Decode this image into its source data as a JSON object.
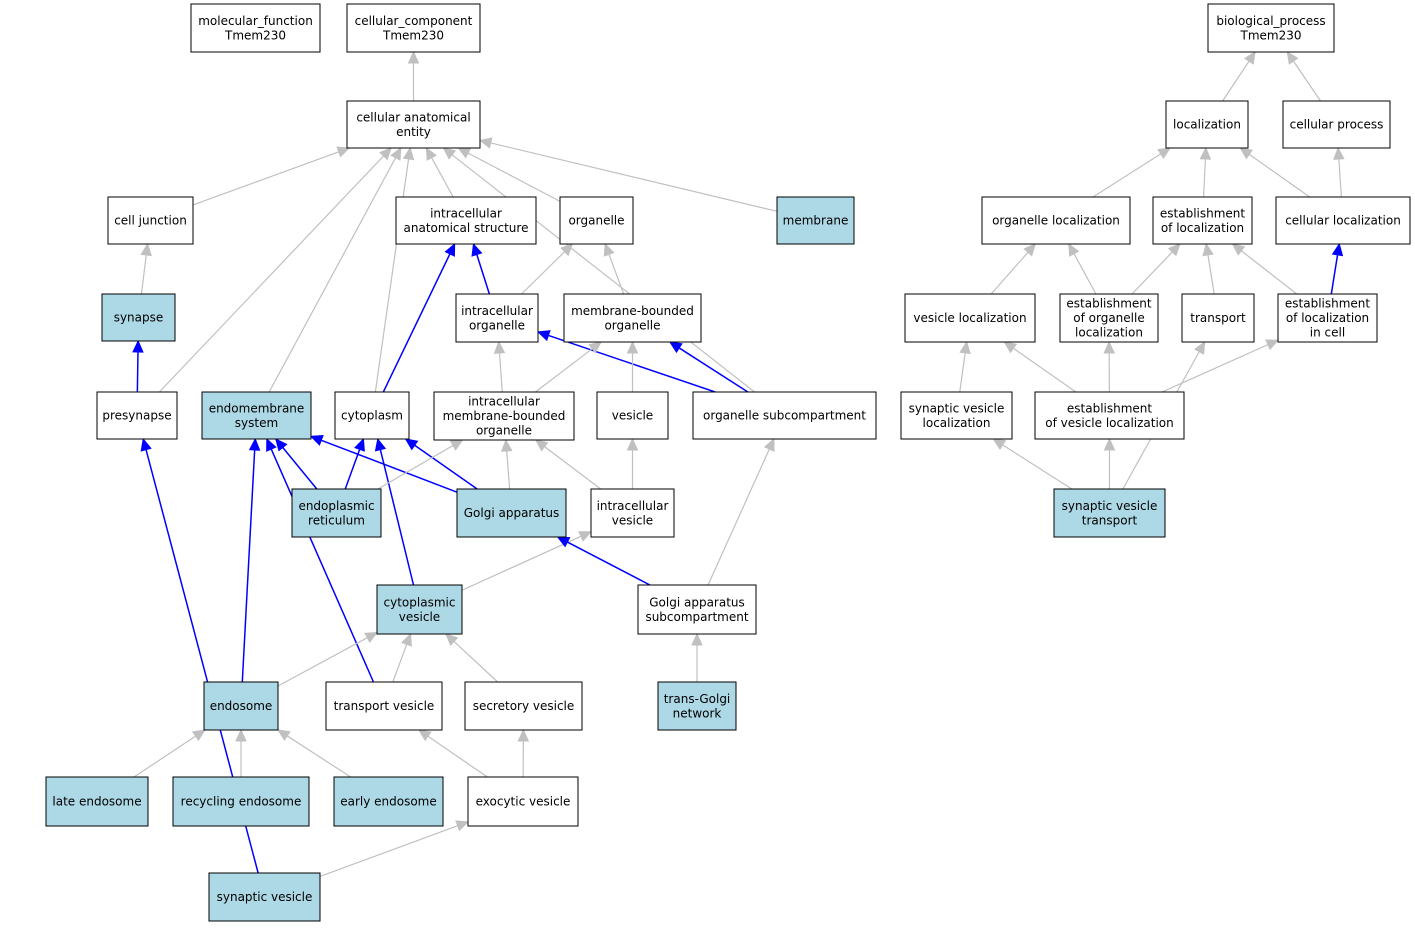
{
  "colors": {
    "highlight_fill": "#add8e6",
    "node_fill": "#ffffff",
    "is_a_edge": "#c0c0c0",
    "part_of_edge": "#0000ff"
  },
  "nodes": [
    {
      "id": "mf",
      "lines": [
        "molecular_function",
        "Tmem230"
      ],
      "hl": false
    },
    {
      "id": "cc",
      "lines": [
        "cellular_component",
        "Tmem230"
      ],
      "hl": false
    },
    {
      "id": "bp",
      "lines": [
        "biological_process",
        "Tmem230"
      ],
      "hl": false
    },
    {
      "id": "cae",
      "lines": [
        "cellular anatomical",
        "entity"
      ],
      "hl": false
    },
    {
      "id": "cj",
      "lines": [
        "cell junction"
      ],
      "hl": false
    },
    {
      "id": "ias",
      "lines": [
        "intracellular",
        "anatomical structure"
      ],
      "hl": false
    },
    {
      "id": "org",
      "lines": [
        "organelle"
      ],
      "hl": false
    },
    {
      "id": "mem",
      "lines": [
        "membrane"
      ],
      "hl": true
    },
    {
      "id": "syn",
      "lines": [
        "synapse"
      ],
      "hl": true
    },
    {
      "id": "io",
      "lines": [
        "intracellular",
        "organelle"
      ],
      "hl": false
    },
    {
      "id": "mbo",
      "lines": [
        "membrane-bounded",
        "organelle"
      ],
      "hl": false
    },
    {
      "id": "pre",
      "lines": [
        "presynapse"
      ],
      "hl": false
    },
    {
      "id": "ems",
      "lines": [
        "endomembrane",
        "system"
      ],
      "hl": true
    },
    {
      "id": "cyt",
      "lines": [
        "cytoplasm"
      ],
      "hl": false
    },
    {
      "id": "imbo",
      "lines": [
        "intracellular",
        "membrane-bounded",
        "organelle"
      ],
      "hl": false
    },
    {
      "id": "ves",
      "lines": [
        "vesicle"
      ],
      "hl": false
    },
    {
      "id": "osc",
      "lines": [
        "organelle subcompartment"
      ],
      "hl": false
    },
    {
      "id": "er",
      "lines": [
        "endoplasmic",
        "reticulum"
      ],
      "hl": true
    },
    {
      "id": "ga",
      "lines": [
        "Golgi apparatus"
      ],
      "hl": true
    },
    {
      "id": "iv",
      "lines": [
        "intracellular",
        "vesicle"
      ],
      "hl": false
    },
    {
      "id": "cv",
      "lines": [
        "cytoplasmic",
        "vesicle"
      ],
      "hl": true
    },
    {
      "id": "gasc",
      "lines": [
        "Golgi apparatus",
        "subcompartment"
      ],
      "hl": false
    },
    {
      "id": "endo",
      "lines": [
        "endosome"
      ],
      "hl": true
    },
    {
      "id": "tv",
      "lines": [
        "transport vesicle"
      ],
      "hl": false
    },
    {
      "id": "sv2",
      "lines": [
        "secretory vesicle"
      ],
      "hl": false
    },
    {
      "id": "tgn",
      "lines": [
        "trans-Golgi",
        "network"
      ],
      "hl": true
    },
    {
      "id": "le",
      "lines": [
        "late endosome"
      ],
      "hl": true
    },
    {
      "id": "re",
      "lines": [
        "recycling endosome"
      ],
      "hl": true
    },
    {
      "id": "ee",
      "lines": [
        "early endosome"
      ],
      "hl": true
    },
    {
      "id": "ev",
      "lines": [
        "exocytic vesicle"
      ],
      "hl": false
    },
    {
      "id": "sv",
      "lines": [
        "synaptic vesicle"
      ],
      "hl": true
    },
    {
      "id": "loc",
      "lines": [
        "localization"
      ],
      "hl": false
    },
    {
      "id": "cp",
      "lines": [
        "cellular process"
      ],
      "hl": false
    },
    {
      "id": "ol",
      "lines": [
        "organelle localization"
      ],
      "hl": false
    },
    {
      "id": "eol",
      "lines": [
        "establishment",
        "of localization"
      ],
      "hl": false
    },
    {
      "id": "cl",
      "lines": [
        "cellular localization"
      ],
      "hl": false
    },
    {
      "id": "vl",
      "lines": [
        "vesicle localization"
      ],
      "hl": false
    },
    {
      "id": "eorgl",
      "lines": [
        "establishment",
        "of organelle",
        "localization"
      ],
      "hl": false
    },
    {
      "id": "tr",
      "lines": [
        "transport"
      ],
      "hl": false
    },
    {
      "id": "elc",
      "lines": [
        "establishment",
        "of localization",
        "in cell"
      ],
      "hl": false
    },
    {
      "id": "svl",
      "lines": [
        "synaptic vesicle",
        "localization"
      ],
      "hl": false
    },
    {
      "id": "evl",
      "lines": [
        "establishment",
        "of vesicle localization"
      ],
      "hl": false
    },
    {
      "id": "svt",
      "lines": [
        "synaptic vesicle",
        "transport"
      ],
      "hl": true
    }
  ],
  "edges": [
    {
      "from": "cae",
      "to": "cc",
      "kind": "is_a"
    },
    {
      "from": "cj",
      "to": "cae",
      "kind": "is_a"
    },
    {
      "from": "pre",
      "to": "cae",
      "kind": "is_a"
    },
    {
      "from": "ems",
      "to": "cae",
      "kind": "is_a"
    },
    {
      "from": "cyt",
      "to": "cae",
      "kind": "is_a"
    },
    {
      "from": "ias",
      "to": "cae",
      "kind": "is_a"
    },
    {
      "from": "org",
      "to": "cae",
      "kind": "is_a"
    },
    {
      "from": "osc",
      "to": "cae",
      "kind": "is_a"
    },
    {
      "from": "mem",
      "to": "cae",
      "kind": "is_a"
    },
    {
      "from": "syn",
      "to": "cj",
      "kind": "is_a"
    },
    {
      "from": "pre",
      "to": "syn",
      "kind": "part_of"
    },
    {
      "from": "cyt",
      "to": "ias",
      "kind": "part_of"
    },
    {
      "from": "io",
      "to": "ias",
      "kind": "part_of"
    },
    {
      "from": "io",
      "to": "org",
      "kind": "is_a"
    },
    {
      "from": "mbo",
      "to": "org",
      "kind": "is_a"
    },
    {
      "from": "imbo",
      "to": "io",
      "kind": "is_a"
    },
    {
      "from": "osc",
      "to": "io",
      "kind": "part_of"
    },
    {
      "from": "imbo",
      "to": "mbo",
      "kind": "is_a"
    },
    {
      "from": "ves",
      "to": "mbo",
      "kind": "is_a"
    },
    {
      "from": "osc",
      "to": "mbo",
      "kind": "part_of"
    },
    {
      "from": "er",
      "to": "ems",
      "kind": "part_of"
    },
    {
      "from": "ga",
      "to": "ems",
      "kind": "part_of"
    },
    {
      "from": "endo",
      "to": "ems",
      "kind": "part_of"
    },
    {
      "from": "tv",
      "to": "ems",
      "kind": "part_of"
    },
    {
      "from": "er",
      "to": "cyt",
      "kind": "part_of"
    },
    {
      "from": "ga",
      "to": "cyt",
      "kind": "part_of"
    },
    {
      "from": "cv",
      "to": "cyt",
      "kind": "part_of"
    },
    {
      "from": "er",
      "to": "imbo",
      "kind": "is_a"
    },
    {
      "from": "ga",
      "to": "imbo",
      "kind": "is_a"
    },
    {
      "from": "iv",
      "to": "imbo",
      "kind": "is_a"
    },
    {
      "from": "iv",
      "to": "ves",
      "kind": "is_a"
    },
    {
      "from": "gasc",
      "to": "osc",
      "kind": "is_a"
    },
    {
      "from": "cv",
      "to": "iv",
      "kind": "is_a"
    },
    {
      "from": "gasc",
      "to": "ga",
      "kind": "part_of"
    },
    {
      "from": "endo",
      "to": "cv",
      "kind": "is_a"
    },
    {
      "from": "tv",
      "to": "cv",
      "kind": "is_a"
    },
    {
      "from": "sv2",
      "to": "cv",
      "kind": "is_a"
    },
    {
      "from": "tgn",
      "to": "gasc",
      "kind": "is_a"
    },
    {
      "from": "le",
      "to": "endo",
      "kind": "is_a"
    },
    {
      "from": "re",
      "to": "endo",
      "kind": "is_a"
    },
    {
      "from": "ee",
      "to": "endo",
      "kind": "is_a"
    },
    {
      "from": "ev",
      "to": "tv",
      "kind": "is_a"
    },
    {
      "from": "ev",
      "to": "sv2",
      "kind": "is_a"
    },
    {
      "from": "sv",
      "to": "ev",
      "kind": "is_a"
    },
    {
      "from": "sv",
      "to": "pre",
      "kind": "part_of"
    },
    {
      "from": "loc",
      "to": "bp",
      "kind": "is_a"
    },
    {
      "from": "cp",
      "to": "bp",
      "kind": "is_a"
    },
    {
      "from": "ol",
      "to": "loc",
      "kind": "is_a"
    },
    {
      "from": "eol",
      "to": "loc",
      "kind": "is_a"
    },
    {
      "from": "cl",
      "to": "loc",
      "kind": "is_a"
    },
    {
      "from": "cl",
      "to": "cp",
      "kind": "is_a"
    },
    {
      "from": "vl",
      "to": "ol",
      "kind": "is_a"
    },
    {
      "from": "eorgl",
      "to": "ol",
      "kind": "is_a"
    },
    {
      "from": "eorgl",
      "to": "eol",
      "kind": "is_a"
    },
    {
      "from": "tr",
      "to": "eol",
      "kind": "is_a"
    },
    {
      "from": "elc",
      "to": "eol",
      "kind": "is_a"
    },
    {
      "from": "elc",
      "to": "cl",
      "kind": "part_of"
    },
    {
      "from": "svl",
      "to": "vl",
      "kind": "is_a"
    },
    {
      "from": "evl",
      "to": "vl",
      "kind": "is_a"
    },
    {
      "from": "evl",
      "to": "eorgl",
      "kind": "is_a"
    },
    {
      "from": "evl",
      "to": "elc",
      "kind": "is_a"
    },
    {
      "from": "svt",
      "to": "svl",
      "kind": "is_a"
    },
    {
      "from": "svt",
      "to": "evl",
      "kind": "is_a"
    },
    {
      "from": "svt",
      "to": "tr",
      "kind": "is_a"
    }
  ]
}
